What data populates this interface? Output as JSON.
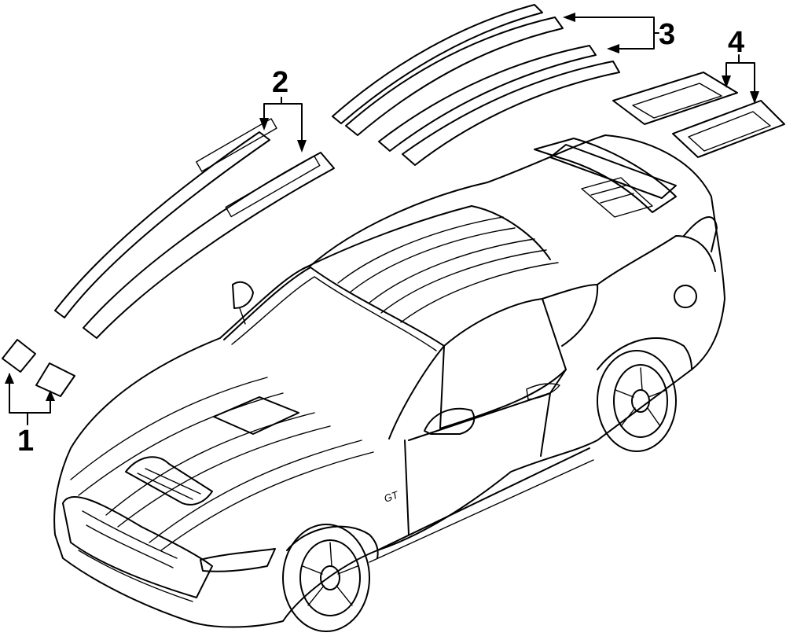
{
  "diagram": {
    "callouts": [
      {
        "id": "1",
        "label": "1",
        "part": "hood-corner-decals"
      },
      {
        "id": "2",
        "label": "2",
        "part": "side-door-stripes"
      },
      {
        "id": "3",
        "label": "3",
        "part": "roof-hood-stripes"
      },
      {
        "id": "4",
        "label": "4",
        "part": "trunk-decklid-stripes"
      }
    ],
    "badge_text": "GT",
    "colors": {
      "line": "#000000",
      "background": "#ffffff"
    }
  }
}
